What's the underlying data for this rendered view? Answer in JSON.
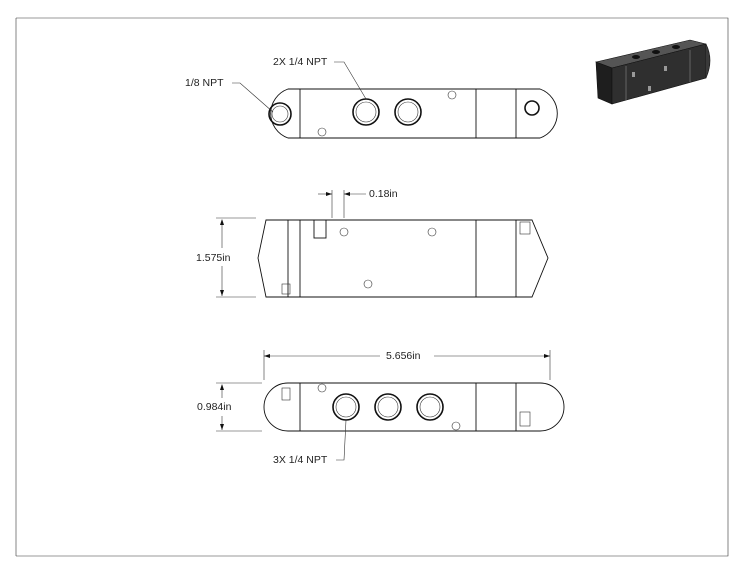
{
  "labels": {
    "top_side_ports": "1/8 NPT",
    "top_center_ports": "2X 1/4 NPT",
    "slot_width": "0.18in",
    "height": "1.575in",
    "length": "5.656in",
    "depth": "0.984in",
    "bottom_ports": "3X 1/4 NPT"
  },
  "colors": {
    "line": "#111111",
    "thumbnail_body": "#2a2a2a",
    "background": "#ffffff"
  },
  "icons": {
    "thumbnail": "valve-isometric-icon"
  }
}
